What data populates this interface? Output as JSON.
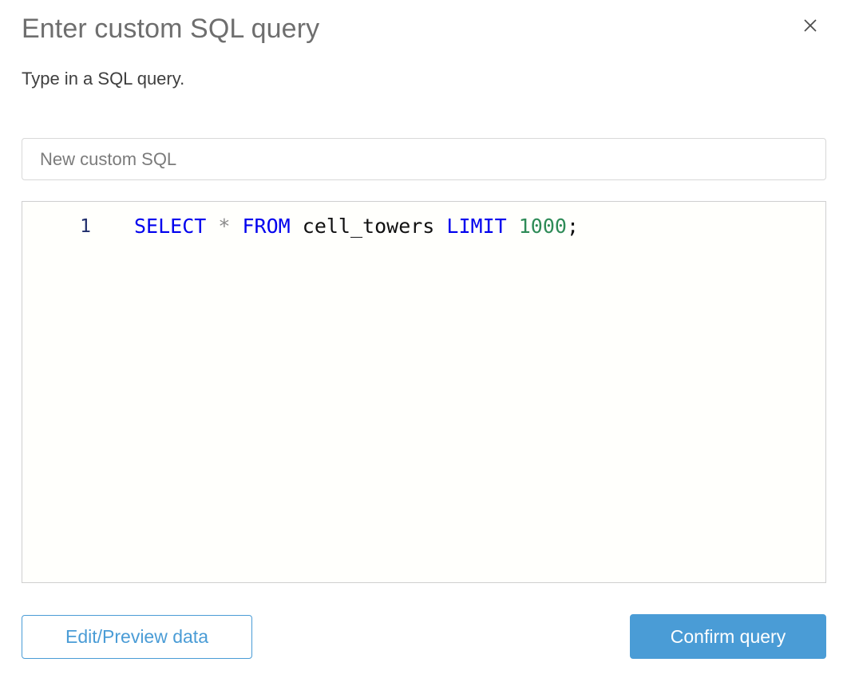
{
  "dialog": {
    "title": "Enter custom SQL query",
    "subtitle": "Type in a SQL query.",
    "close_icon": "close-icon"
  },
  "name_field": {
    "placeholder": "New custom SQL",
    "value": ""
  },
  "editor": {
    "lines": [
      {
        "number": "1",
        "tokens": [
          {
            "text": "SELECT",
            "type": "keyword"
          },
          {
            "text": " ",
            "type": "plain"
          },
          {
            "text": "*",
            "type": "operator"
          },
          {
            "text": " ",
            "type": "plain"
          },
          {
            "text": "FROM",
            "type": "keyword"
          },
          {
            "text": " ",
            "type": "plain"
          },
          {
            "text": "cell_towers",
            "type": "ident"
          },
          {
            "text": " ",
            "type": "plain"
          },
          {
            "text": "LIMIT",
            "type": "keyword"
          },
          {
            "text": " ",
            "type": "plain"
          },
          {
            "text": "1000",
            "type": "number"
          },
          {
            "text": ";",
            "type": "punct"
          }
        ],
        "text": "SELECT * FROM cell_towers LIMIT 1000;"
      }
    ],
    "line_number_1": "1",
    "background": "#fffffc"
  },
  "footer": {
    "secondary_label": "Edit/Preview data",
    "primary_label": "Confirm query"
  },
  "colors": {
    "accent": "#4a9cd6",
    "title": "#6e6e6e",
    "subtitle": "#3f3f3f",
    "keyword": "#0000ee",
    "number": "#2e8b57",
    "operator": "#8a8a8a",
    "line_number": "#1f2d6b",
    "border": "#d8d8d8"
  }
}
